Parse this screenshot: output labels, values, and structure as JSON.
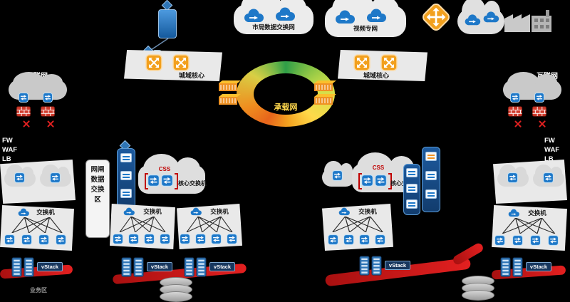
{
  "top": {
    "exchange_cloud": "市局数据交换网",
    "video_cloud": "视频专网",
    "metro_core": "城域核心",
    "internet": "互联网"
  },
  "ring": {
    "label": "承载网"
  },
  "edge": {
    "fw": "FW",
    "waf": "WAF",
    "lb": "LB"
  },
  "gate": {
    "title": "网闸",
    "area": "数据交换区"
  },
  "core": {
    "css": "CSS",
    "label": "核心交换机"
  },
  "switch_zone": {
    "label": "交换机"
  },
  "servers": {
    "vstack": "vStack"
  },
  "captions": {
    "zone_a": "业务区"
  }
}
